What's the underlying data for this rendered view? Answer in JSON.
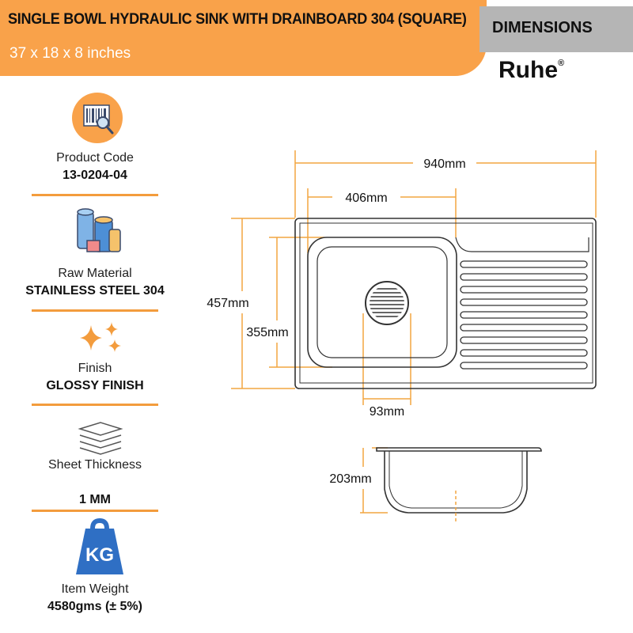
{
  "header": {
    "title": "SINGLE BOWL HYDRAULIC SINK WITH DRAINBOARD 304 (SQUARE)",
    "subtitle": "37 x 18 x 8 inches",
    "dimensions_label": "DIMENSIONS",
    "brand": "Ruhe",
    "brand_mark": "®"
  },
  "specs": {
    "product_code": {
      "label": "Product Code",
      "value": "13-0204-04"
    },
    "raw_material": {
      "label": "Raw Material",
      "value": "STAINLESS STEEL 304"
    },
    "finish": {
      "label": "Finish",
      "value": "GLOSSY FINISH"
    },
    "sheet_thickness": {
      "label": "Sheet Thickness",
      "value": "1 MM"
    },
    "item_weight": {
      "label": "Item Weight",
      "value": "4580gms (± 5%)",
      "icon_text": "KG"
    }
  },
  "diagram": {
    "total_width": "940mm",
    "bowl_width": "406mm",
    "total_depth": "457mm",
    "bowl_depth": "355mm",
    "drain_diameter": "93mm",
    "bowl_height": "203mm"
  },
  "colors": {
    "accent": "#f9a24a",
    "dimension_line": "#f2a540",
    "header_gray": "#b5b5b5"
  }
}
